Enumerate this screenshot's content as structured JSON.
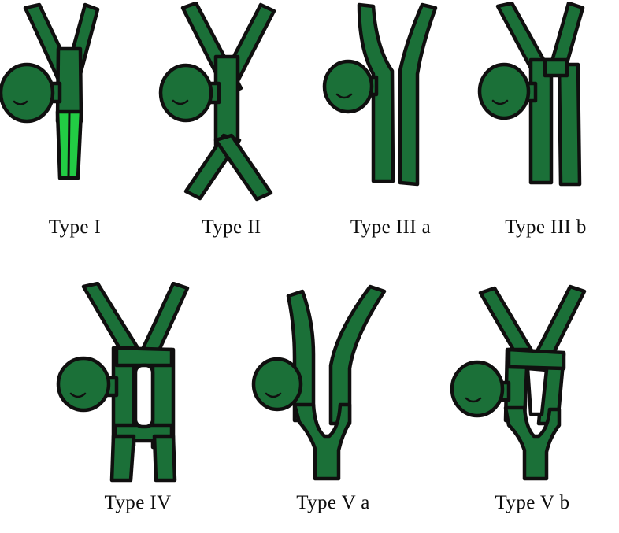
{
  "figure": {
    "title": "Biliary duct anatomical variation types",
    "background_color": "#ffffff",
    "colors": {
      "duct_green": "#1B7038",
      "highlight_green": "#22CC44",
      "outline_black": "#100f0f",
      "caption_text": "#0d0d0d"
    },
    "rows": [
      {
        "name": "top-row",
        "items": [
          {
            "id": "type-1",
            "label": "Type I",
            "variant": "single-common-duct-with-highlight",
            "has_highlighted_segment": true,
            "highlight_color": "#22CC44",
            "gallbladder_side": "left"
          },
          {
            "id": "type-2",
            "label": "Type  II",
            "variant": "crossing-x-duct",
            "has_highlighted_segment": false,
            "gallbladder_side": "left"
          },
          {
            "id": "type-3a",
            "label": "Type III a",
            "variant": "two-separate-parallel-ducts",
            "has_highlighted_segment": false,
            "gallbladder_side": "left"
          },
          {
            "id": "type-3b",
            "label": "Type III b",
            "variant": "y-fork-with-short-bridge",
            "has_highlighted_segment": false,
            "gallbladder_side": "left"
          }
        ]
      },
      {
        "name": "bottom-row",
        "items": [
          {
            "id": "type-4",
            "label": "Type IV",
            "variant": "long-loop-two-legs",
            "has_highlighted_segment": false,
            "gallbladder_side": "left"
          },
          {
            "id": "type-5a",
            "label": "Type V a",
            "variant": "deep-v-notch-single-trunk",
            "has_highlighted_segment": false,
            "gallbladder_side": "left"
          },
          {
            "id": "type-5b",
            "label": "Type V b",
            "variant": "wedge-window-single-trunk",
            "has_highlighted_segment": false,
            "gallbladder_side": "left"
          }
        ]
      }
    ]
  }
}
